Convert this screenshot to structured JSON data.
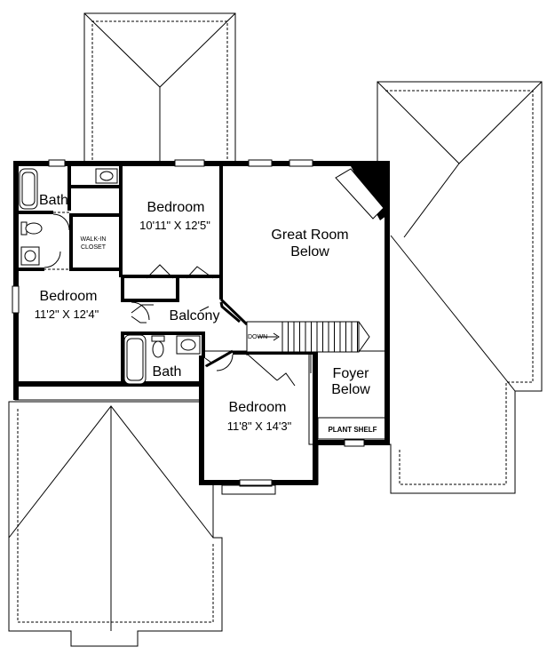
{
  "rooms": {
    "bath_top": {
      "name": "Bath"
    },
    "bedroom_top": {
      "name": "Bedroom",
      "dims": "10'11\" X 12'5\""
    },
    "walkin": {
      "line1": "WALK-IN",
      "line2": "CLOSET"
    },
    "great_room": {
      "line1": "Great Room",
      "line2": "Below"
    },
    "bedroom_left": {
      "name": "Bedroom",
      "dims": "11'2\" X 12'4\""
    },
    "balcony": {
      "name": "Balcony"
    },
    "stairs": {
      "label": "DOWN"
    },
    "bath_bottom": {
      "name": "Bath"
    },
    "foyer": {
      "line1": "Foyer",
      "line2": "Below"
    },
    "bedroom_bottom": {
      "name": "Bedroom",
      "dims": "11'8\" X 14'3\""
    },
    "plant_shelf": {
      "label": "PLANT SHELF"
    }
  }
}
